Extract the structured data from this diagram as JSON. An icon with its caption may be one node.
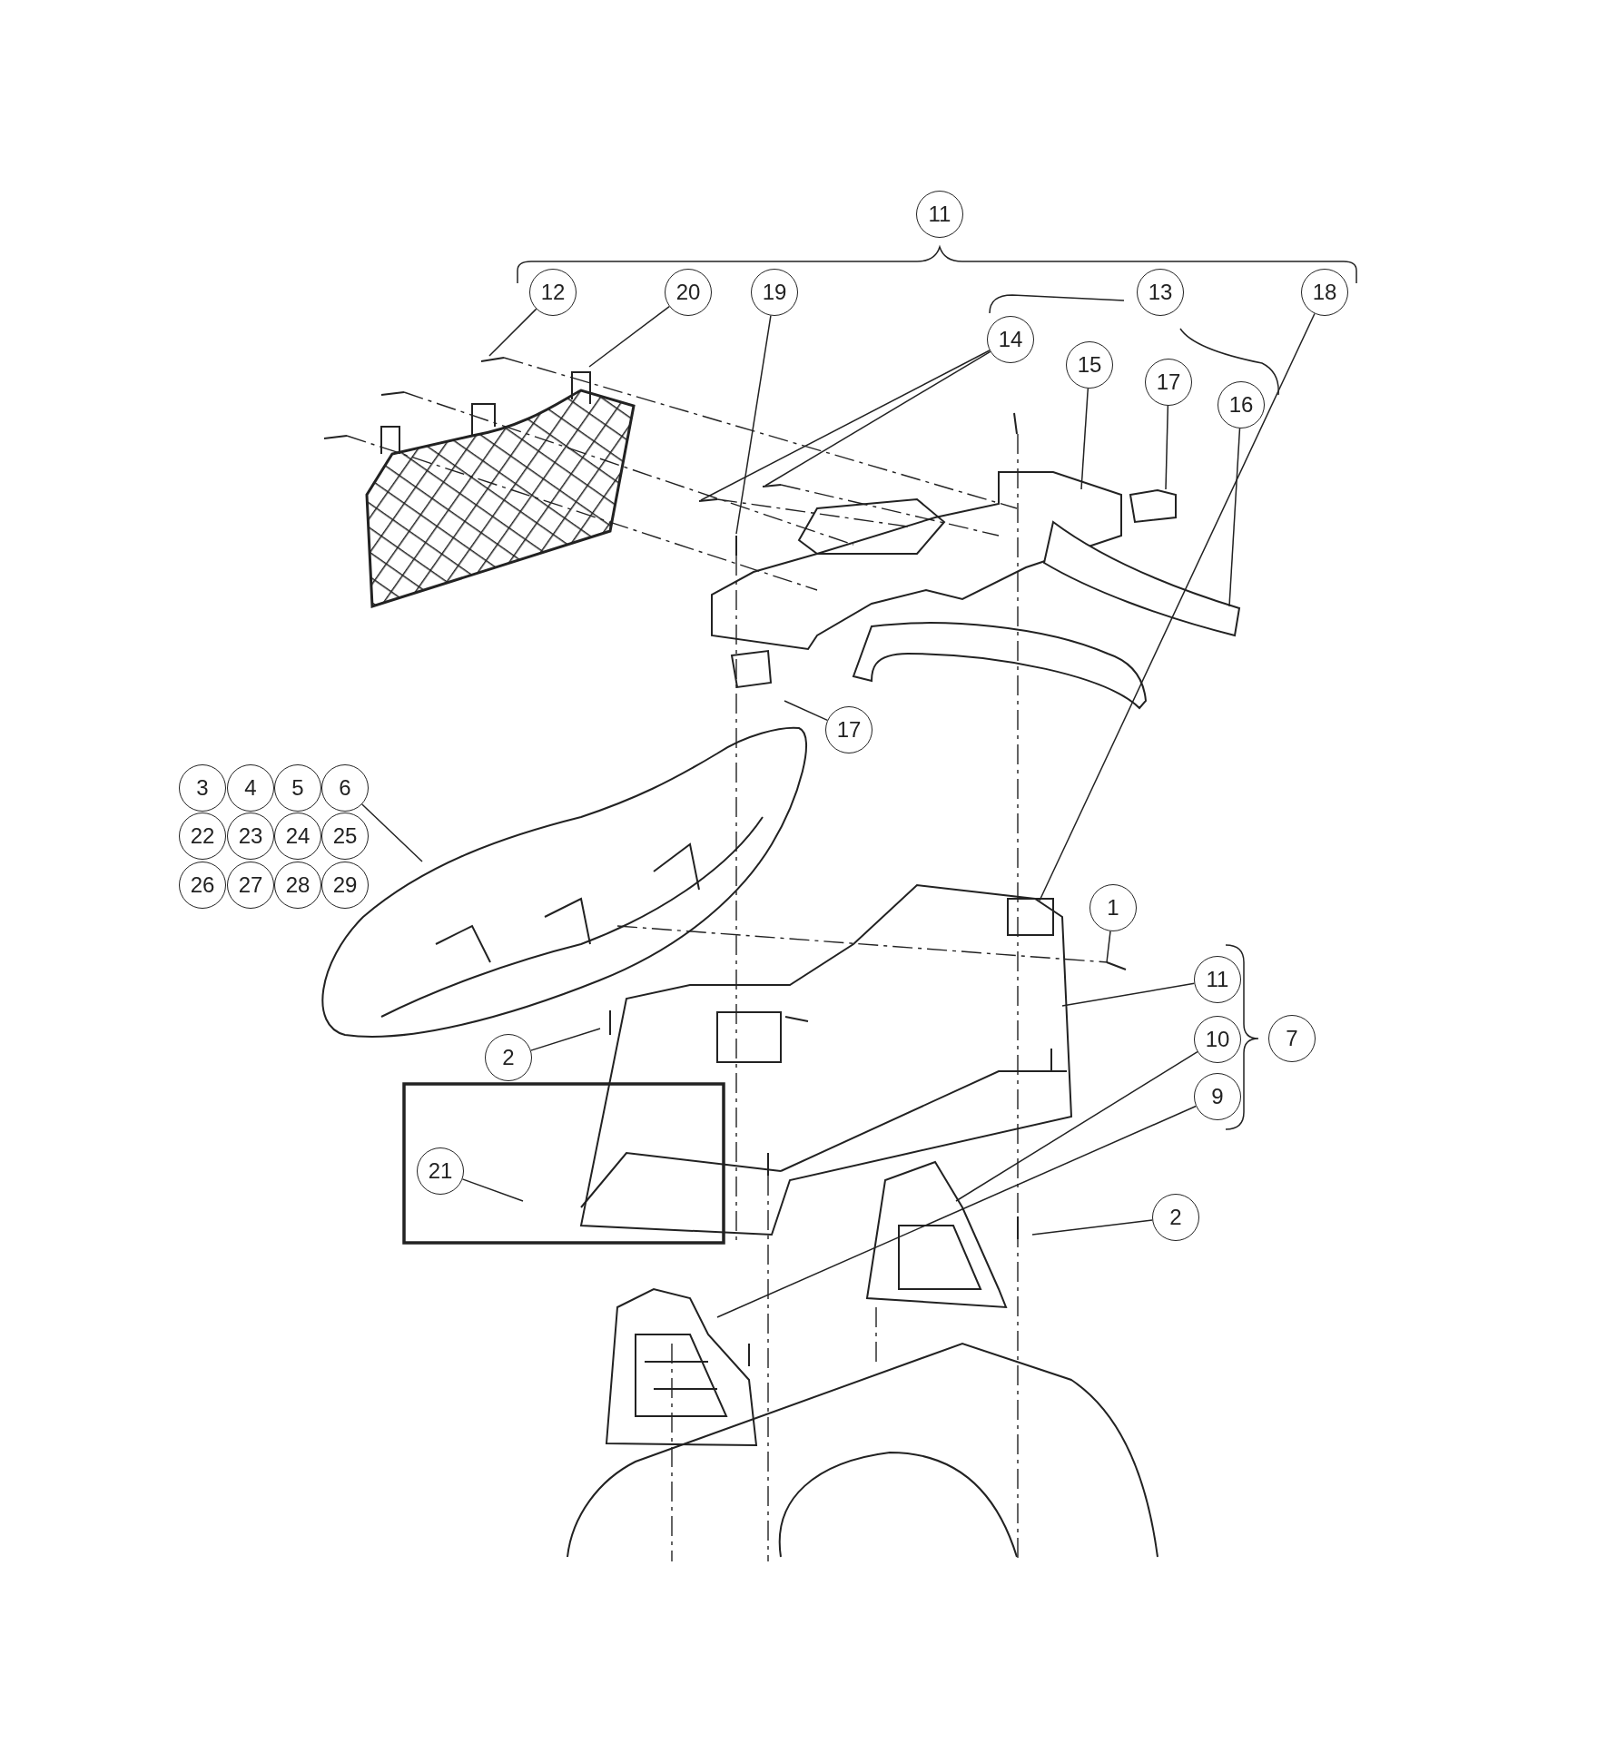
{
  "diagram": {
    "nodes": [
      {
        "text": [
          "11"
        ]
      },
      {
        "text": [
          "12"
        ]
      },
      {
        "text": [
          "20"
        ]
      },
      {
        "text": [
          "19"
        ]
      },
      {
        "text": [
          "13"
        ]
      },
      {
        "text": [
          "18"
        ]
      },
      {
        "text": [
          "14"
        ]
      },
      {
        "text": [
          "15"
        ]
      },
      {
        "text": [
          "17"
        ]
      },
      {
        "text": [
          "16"
        ]
      },
      {
        "text": [
          "17"
        ]
      },
      {
        "text": [
          "3"
        ]
      },
      {
        "text": [
          "4"
        ]
      },
      {
        "text": [
          "5"
        ]
      },
      {
        "text": [
          "6"
        ]
      },
      {
        "text": [
          "22"
        ]
      },
      {
        "text": [
          "23"
        ]
      },
      {
        "text": [
          "24"
        ]
      },
      {
        "text": [
          "25"
        ]
      },
      {
        "text": [
          "26"
        ]
      },
      {
        "text": [
          "27"
        ]
      },
      {
        "text": [
          "28"
        ]
      },
      {
        "text": [
          "29"
        ]
      },
      {
        "text": [
          "1"
        ]
      },
      {
        "text": [
          "11"
        ]
      },
      {
        "text": [
          "7"
        ]
      },
      {
        "text": [
          "10"
        ]
      },
      {
        "text": [
          "2"
        ]
      },
      {
        "text": [
          "9"
        ]
      },
      {
        "text": [
          "21"
        ]
      },
      {
        "text": [
          "2"
        ]
      }
    ],
    "edges": [
      {
        "from": 1,
        "to": null,
        "arrow": "none"
      },
      {
        "from": 2,
        "to": null,
        "arrow": "none"
      },
      {
        "from": 3,
        "to": null,
        "arrow": "none"
      },
      {
        "from": 5,
        "to": null,
        "arrow": "none"
      },
      {
        "from": 6,
        "to": null,
        "arrow": "none"
      },
      {
        "from": 6,
        "to": null,
        "arrow": "none"
      },
      {
        "from": 7,
        "to": null,
        "arrow": "none"
      },
      {
        "from": 8,
        "to": null,
        "arrow": "none"
      },
      {
        "from": 9,
        "to": null,
        "arrow": "none"
      },
      {
        "from": 10,
        "to": null,
        "arrow": "none"
      },
      {
        "from": 14,
        "to": null,
        "arrow": "none"
      },
      {
        "from": 23,
        "to": null,
        "arrow": "none"
      },
      {
        "from": 24,
        "to": null,
        "arrow": "none"
      },
      {
        "from": 26,
        "to": null,
        "arrow": "none"
      },
      {
        "from": 27,
        "to": null,
        "arrow": "none"
      },
      {
        "from": 28,
        "to": null,
        "arrow": "none"
      },
      {
        "from": 29,
        "to": null,
        "arrow": "none"
      },
      {
        "from": 30,
        "to": null,
        "arrow": "none"
      }
    ]
  }
}
